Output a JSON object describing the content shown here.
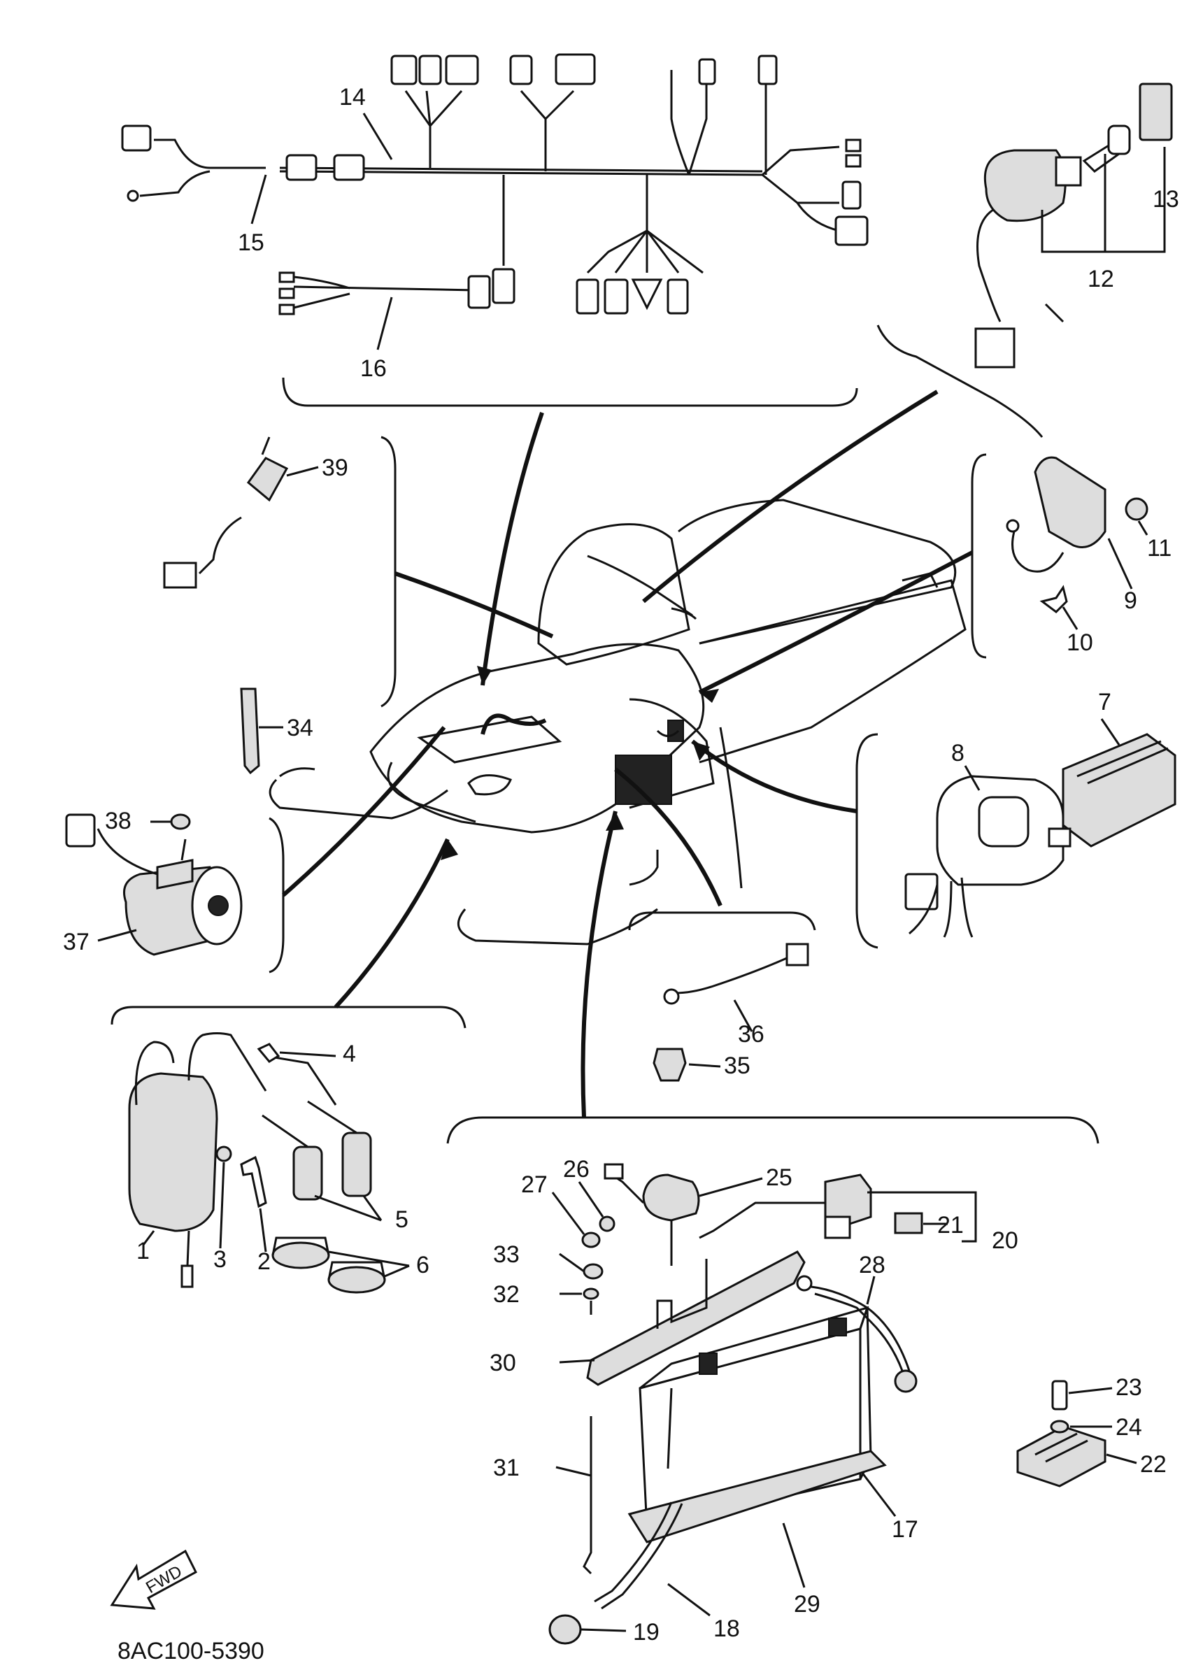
{
  "diagram": {
    "part_code": "8AC100-5390",
    "fwd_label": "FWD",
    "callouts": [
      "1",
      "2",
      "3",
      "4",
      "5",
      "6",
      "7",
      "8",
      "9",
      "10",
      "11",
      "12",
      "13",
      "14",
      "15",
      "16",
      "17",
      "18",
      "19",
      "20",
      "21",
      "22",
      "23",
      "24",
      "25",
      "26",
      "27",
      "28",
      "29",
      "30",
      "31",
      "32",
      "33",
      "34",
      "35",
      "36",
      "37",
      "38",
      "39"
    ]
  }
}
